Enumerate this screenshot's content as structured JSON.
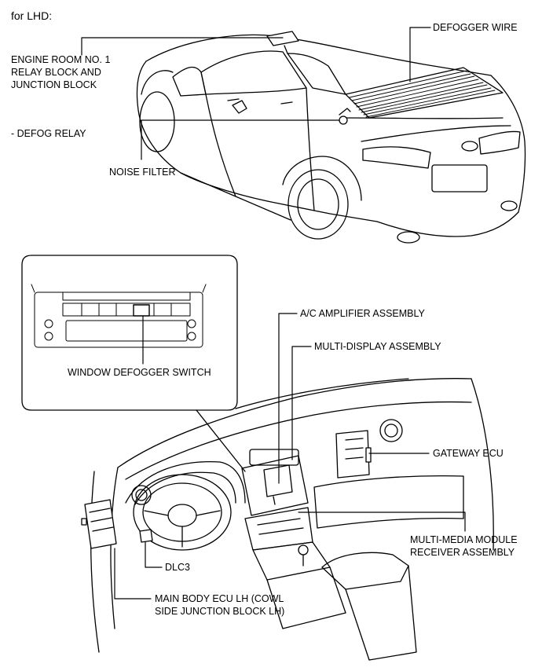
{
  "header": {
    "title": "for LHD:"
  },
  "labels": {
    "defogger_wire": "DEFOGGER WIRE",
    "engine_room_line1": "ENGINE ROOM NO. 1",
    "engine_room_line2": "RELAY BLOCK AND",
    "engine_room_line3": "JUNCTION BLOCK",
    "defog_relay": "- DEFOG RELAY",
    "noise_filter": "NOISE FILTER",
    "window_defogger_switch": "WINDOW DEFOGGER SWITCH",
    "ac_amplifier": "A/C AMPLIFIER ASSEMBLY",
    "multi_display": "MULTI-DISPLAY ASSEMBLY",
    "gateway_ecu": "GATEWAY ECU",
    "multi_media_line1": "MULTI-MEDIA MODULE",
    "multi_media_line2": "RECEIVER ASSEMBLY",
    "dlc3": "DLC3",
    "main_body_line1": "MAIN BODY ECU LH (COWL",
    "main_body_line2": "SIDE JUNCTION BLOCK LH)"
  }
}
